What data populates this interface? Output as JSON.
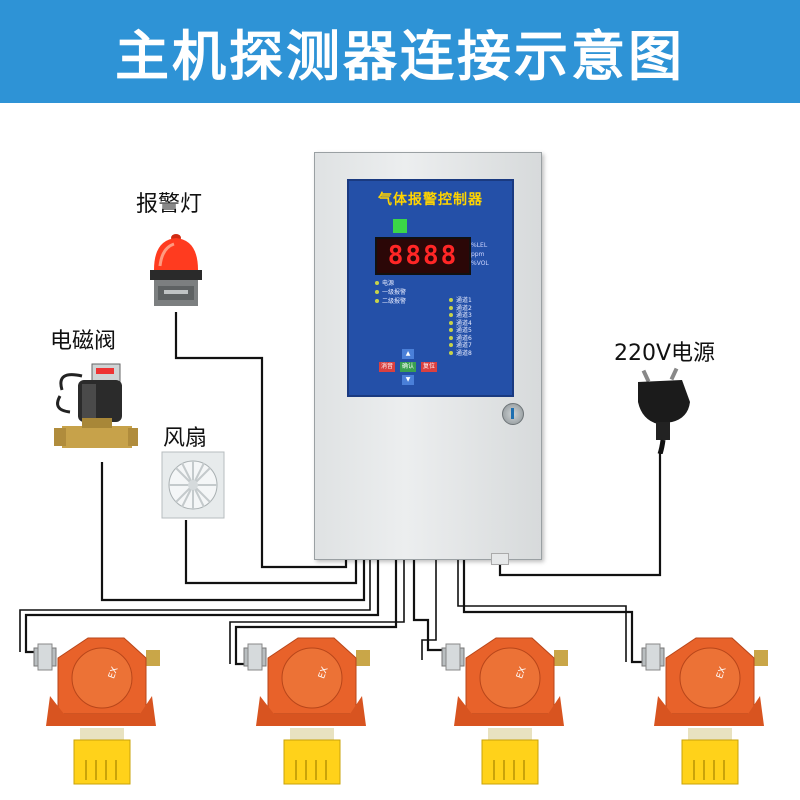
{
  "title": "主机探测器连接示意图",
  "labels": {
    "alarm_lamp": "报警灯",
    "solenoid_valve": "电磁阀",
    "fan": "风扇",
    "power": "220V电源"
  },
  "controller": {
    "panel_title": "气体报警控制器",
    "display": "8888",
    "unit_lines": [
      "%LEL",
      "ppm",
      "%VOL"
    ],
    "status_lines": [
      "电源",
      "一级报警",
      "二级报警"
    ],
    "channels": [
      "通道1",
      "通道2",
      "通道3",
      "通道4",
      "通道5",
      "通道6",
      "通道7",
      "通道8"
    ],
    "keys": [
      "消音",
      "确认",
      "复位"
    ]
  },
  "detectors": [
    {
      "mark": "EX"
    },
    {
      "mark": "EX"
    },
    {
      "mark": "EX"
    },
    {
      "mark": "EX"
    }
  ],
  "colors": {
    "banner": "#2e93d6",
    "panel": "#2450a8",
    "panel_title": "#ffd400",
    "display_digits": "#ff2626",
    "detector_body": "#e8622a",
    "detector_sensor": "#ffd21a",
    "alarm_lamp": "#ff3b1f",
    "wire": "#111111"
  }
}
